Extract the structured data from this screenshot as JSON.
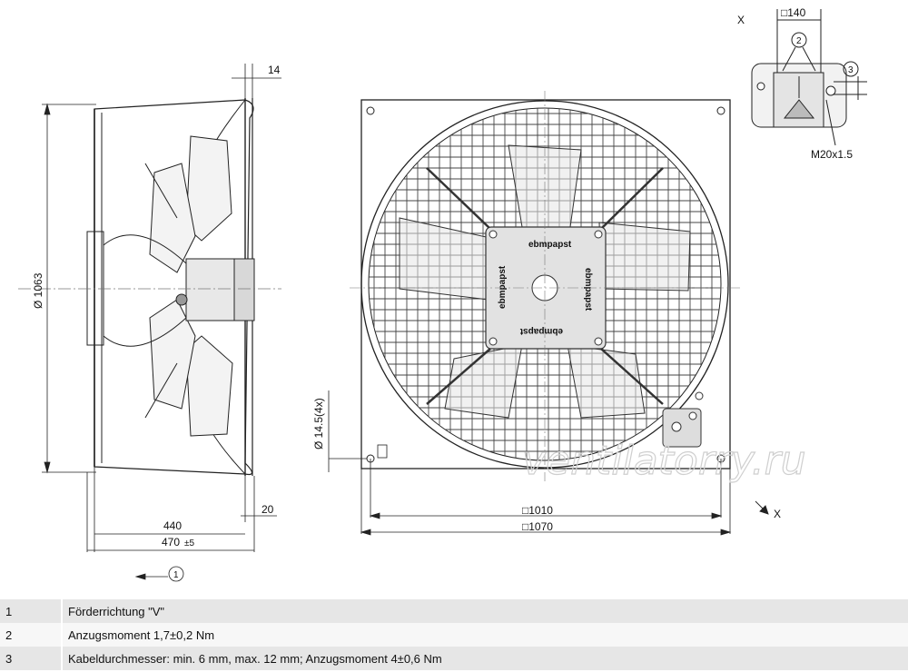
{
  "dimensions": {
    "flange_thickness": "14",
    "diameter": "Ø 1063",
    "depth_440": "440",
    "depth_470": "470",
    "depth_470_tol": "±5",
    "offset_20": "20",
    "hole_diameter": "Ø 14.5(4x)",
    "square_1010": "□1010",
    "square_1070": "□1070",
    "terminal_box_size": "□140",
    "cable_thread": "M20x1.5"
  },
  "labels": {
    "view_x_top": "X",
    "view_x_arrow": "X",
    "callout_1": "1",
    "callout_2": "2",
    "callout_3": "3",
    "brand_top": "ebmpapst",
    "brand_bottom": "ebmpapst",
    "brand_left": "ebmpapst",
    "brand_right": "ebmpapst",
    "watermark": "ventilatorry.ru"
  },
  "legend": [
    {
      "num": "1",
      "text": "Förderrichtung \"V\""
    },
    {
      "num": "2",
      "text": "Anzugsmoment 1,7±0,2 Nm"
    },
    {
      "num": "3",
      "text": "Kabeldurchmesser: min. 6 mm, max. 12 mm; Anzugsmoment 4±0,6 Nm"
    }
  ]
}
